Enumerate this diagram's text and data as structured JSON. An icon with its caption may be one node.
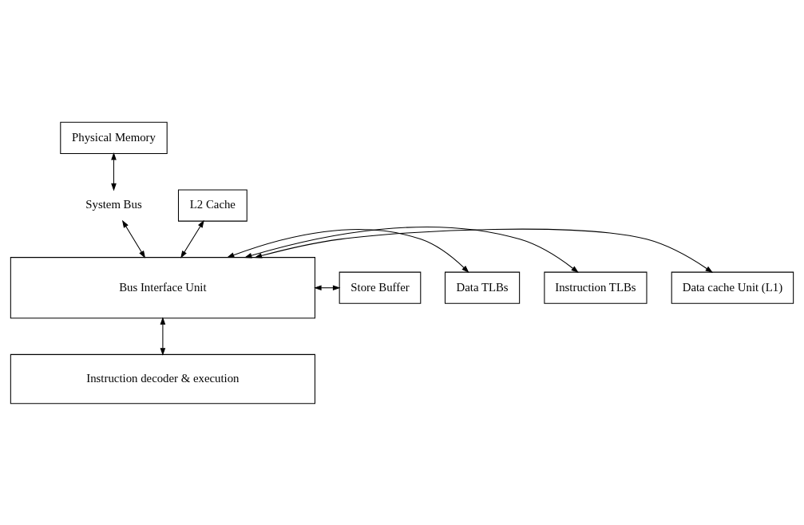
{
  "diagram": {
    "nodes": [
      {
        "text": [
          "Physical Memory"
        ]
      },
      {
        "text": [
          "System Bus"
        ]
      },
      {
        "text": [
          "L2 Cache"
        ]
      },
      {
        "text": [
          "Bus Interface Unit"
        ]
      },
      {
        "text": [
          "Data cache Unit (L1)"
        ]
      },
      {
        "text": [
          "Instruction TLBs"
        ]
      },
      {
        "text": [
          "Data TLBs"
        ]
      },
      {
        "text": [
          "Store Buffer"
        ]
      },
      {
        "text": [
          "Instruction decoder & execution"
        ]
      }
    ],
    "edges": [
      {
        "from": 0,
        "to": 1,
        "arrow": "both"
      },
      {
        "from": 1,
        "to": 3,
        "arrow": "both"
      },
      {
        "from": 2,
        "to": 3,
        "arrow": "both"
      },
      {
        "from": 3,
        "to": 4,
        "arrow": "both"
      },
      {
        "from": 3,
        "to": 5,
        "arrow": "both"
      },
      {
        "from": 3,
        "to": 6,
        "arrow": "both"
      },
      {
        "from": 3,
        "to": 7,
        "arrow": "both"
      },
      {
        "from": 3,
        "to": 8,
        "arrow": "both"
      }
    ]
  }
}
